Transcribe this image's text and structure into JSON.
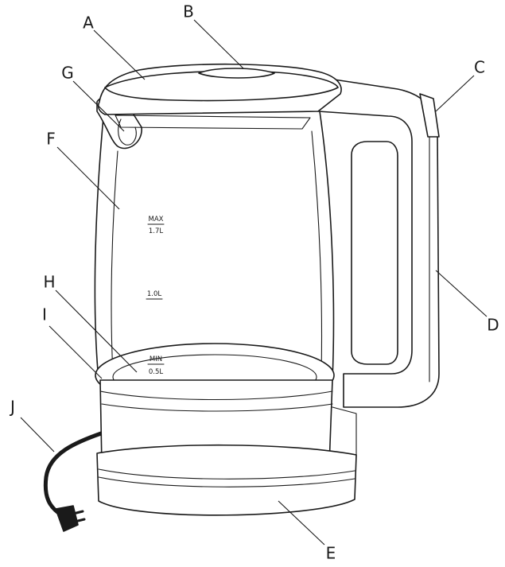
{
  "callouts": {
    "A": "A",
    "B": "B",
    "C": "C",
    "D": "D",
    "E": "E",
    "F": "F",
    "G": "G",
    "H": "H",
    "I": "I",
    "J": "J"
  },
  "markings": {
    "max_label": "MAX",
    "max_volume": "1.7L",
    "mid_volume": "1.0L",
    "min_label": "MIN",
    "min_volume": "0.5L"
  }
}
